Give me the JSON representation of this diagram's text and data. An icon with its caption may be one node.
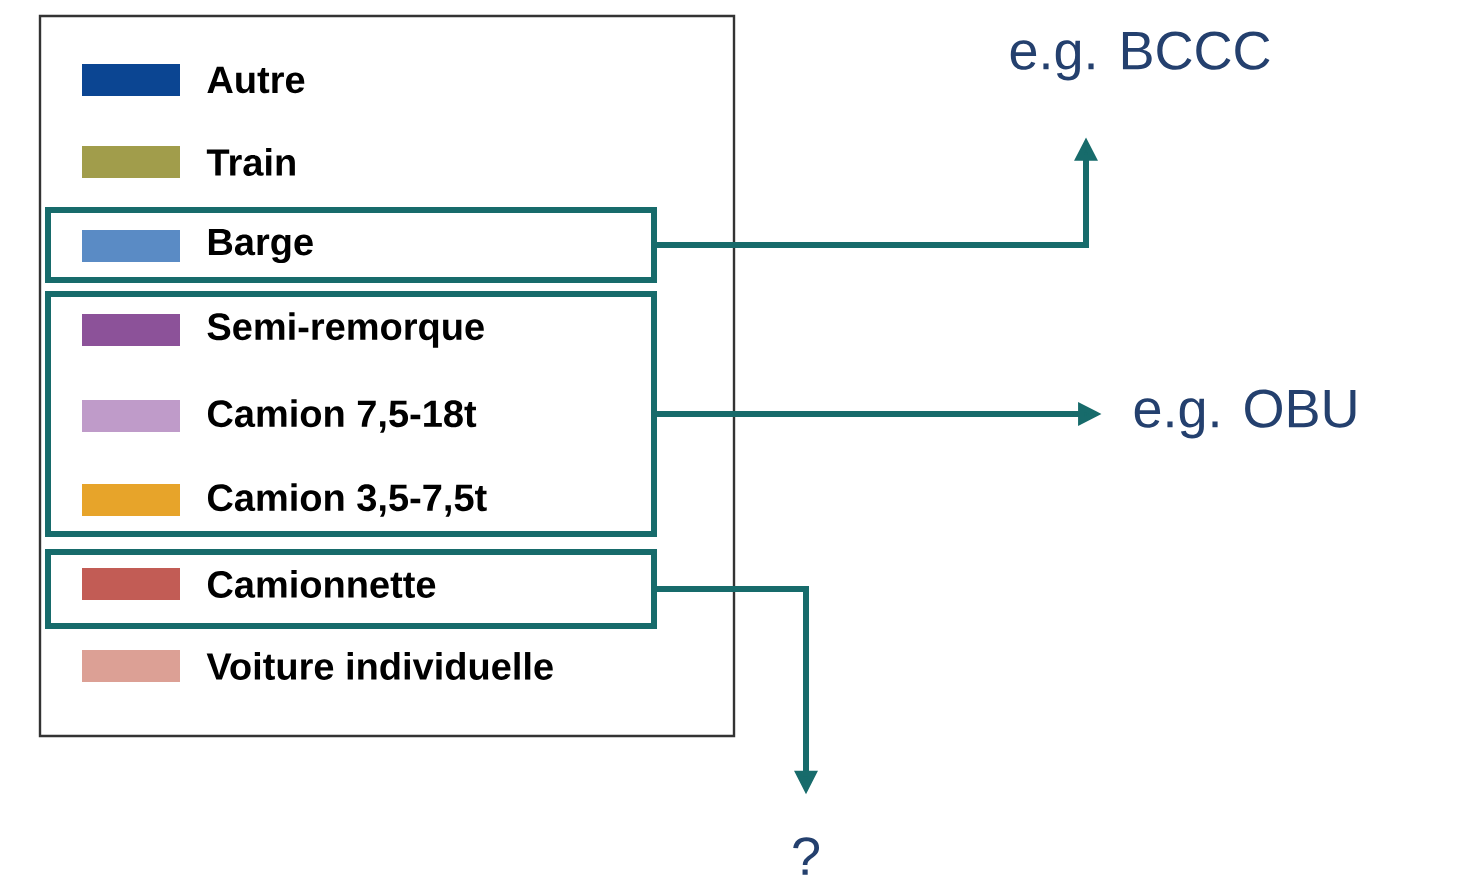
{
  "diagram": {
    "nodes": [
      {
        "text": [],
        "shape": "box"
      },
      {
        "text": [],
        "shape": "box"
      },
      {
        "text": [],
        "shape": "box"
      },
      {
        "text": [
          "e.g. BCCC"
        ]
      },
      {
        "text": [
          "e.g. OBU"
        ]
      },
      {
        "text": [
          "?"
        ]
      }
    ],
    "edges": [
      {
        "from": 0,
        "to": 3,
        "arrow": "to"
      },
      {
        "from": 1,
        "to": 4,
        "arrow": "to"
      },
      {
        "from": 2,
        "to": 5,
        "arrow": "to"
      }
    ],
    "legend": [
      {
        "text": "Autre",
        "color": "#0b4592"
      },
      {
        "text": "Train",
        "color": "#a19d4b"
      },
      {
        "text": "Barge",
        "color": "#5a8bc5"
      },
      {
        "text": "Semi-remorque",
        "color": "#8c5299"
      },
      {
        "text": "Camion 7,5-18t",
        "color": "#bf9bc9"
      },
      {
        "text": "Camion 3,5-7,5t",
        "color": "#e7a42a"
      },
      {
        "text": "Camionnette",
        "color": "#c25c55"
      },
      {
        "text": "Voiture individuelle",
        "color": "#dca095"
      }
    ]
  }
}
